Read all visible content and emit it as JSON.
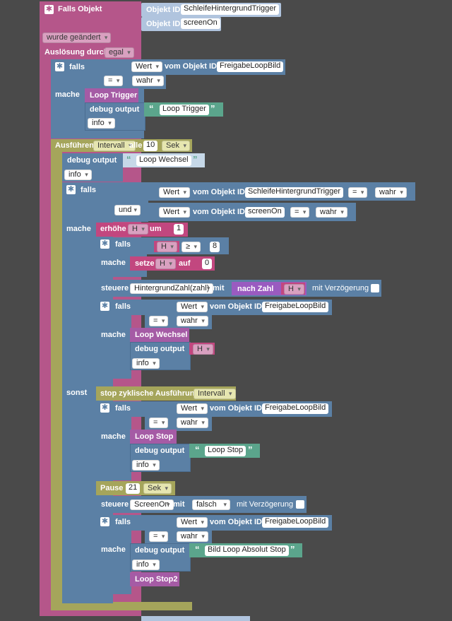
{
  "header": {
    "falls_objekt": "Falls Objekt",
    "objekt_id": "Objekt ID",
    "obj1": "SchleifeHintergrundTrigger",
    "obj2": "screenOn",
    "wurde": "wurde geändert",
    "ausloesung": "Auslösung durch",
    "egal": "egal"
  },
  "kw": {
    "falls": "falls",
    "mache": "mache",
    "sonst": "sonst",
    "und": "und",
    "wert": "Wert",
    "vom_objekt_id": "vom Objekt ID",
    "eq": "=",
    "wahr": "wahr",
    "falsch": "falsch",
    "debug_output": "debug output",
    "info": "info",
    "ge": "≥",
    "quote_open": "“",
    "quote_close": "”"
  },
  "block1": {
    "obj": "FreigabeLoopBild",
    "func": "Loop Trigger",
    "text": "Loop Trigger"
  },
  "interval": {
    "ausfuehren": "Ausführen",
    "intervall": "Intervall",
    "alle": "alle",
    "value": "10",
    "sek": "Sek",
    "text": "Loop Wechsel"
  },
  "cond": {
    "obj1": "SchleifeHintergrundTrigger",
    "obj2": "screenOn"
  },
  "inc": {
    "erhoehe": "erhöhe",
    "var": "H",
    "um": "um",
    "value": "1"
  },
  "inner": {
    "var": "H",
    "value": "8",
    "setze": "setze",
    "auf": "auf",
    "value2": "0"
  },
  "steuere1": {
    "steuere": "steuere",
    "obj": "HintergrundZahl(zahl)",
    "mit": "mit",
    "nach_zahl": "nach Zahl",
    "var": "H",
    "verz": "mit Verzögerung"
  },
  "block2": {
    "obj": "FreigabeLoopBild",
    "func": "Loop Wechsel",
    "var": "H"
  },
  "stop": {
    "label": "stop zyklische Ausführung",
    "intervall": "Intervall"
  },
  "block3": {
    "obj": "FreigabeLoopBild",
    "func": "Loop Stop",
    "text": "Loop Stop"
  },
  "pause": {
    "label": "Pause",
    "value": "21",
    "sek": "Sek"
  },
  "steuere2": {
    "steuere": "steuere",
    "obj": "ScreenOn",
    "mit": "mit",
    "val": "falsch",
    "verz": "mit Verzögerung"
  },
  "block4": {
    "obj": "FreigabeLoopBild",
    "text": "Bild Loop Absolut Stop",
    "func": "Loop Stop2"
  }
}
